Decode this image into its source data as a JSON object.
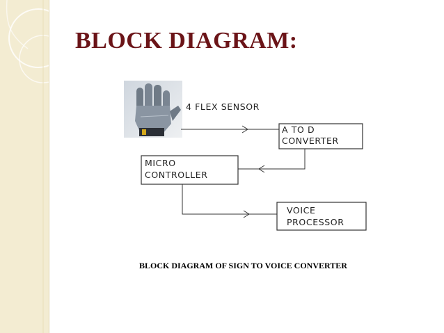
{
  "slide": {
    "title": "BLOCK DIAGRAM:",
    "caption": "BLOCK DIAGRAM OF SIGN TO VOICE CONVERTER",
    "title_color": "#6b1418",
    "side_band_color": "#f3ecd2"
  },
  "diagram": {
    "sensor_label": "4 FLEX SENSOR",
    "adc_line1": "A TO D",
    "adc_line2": "CONVERTER",
    "mcu_line1": "MICRO",
    "mcu_line2": "CONTROLLER",
    "voice_line1": "VOICE",
    "voice_line2": "PROCESSOR",
    "glove_image": "glove-photo"
  }
}
